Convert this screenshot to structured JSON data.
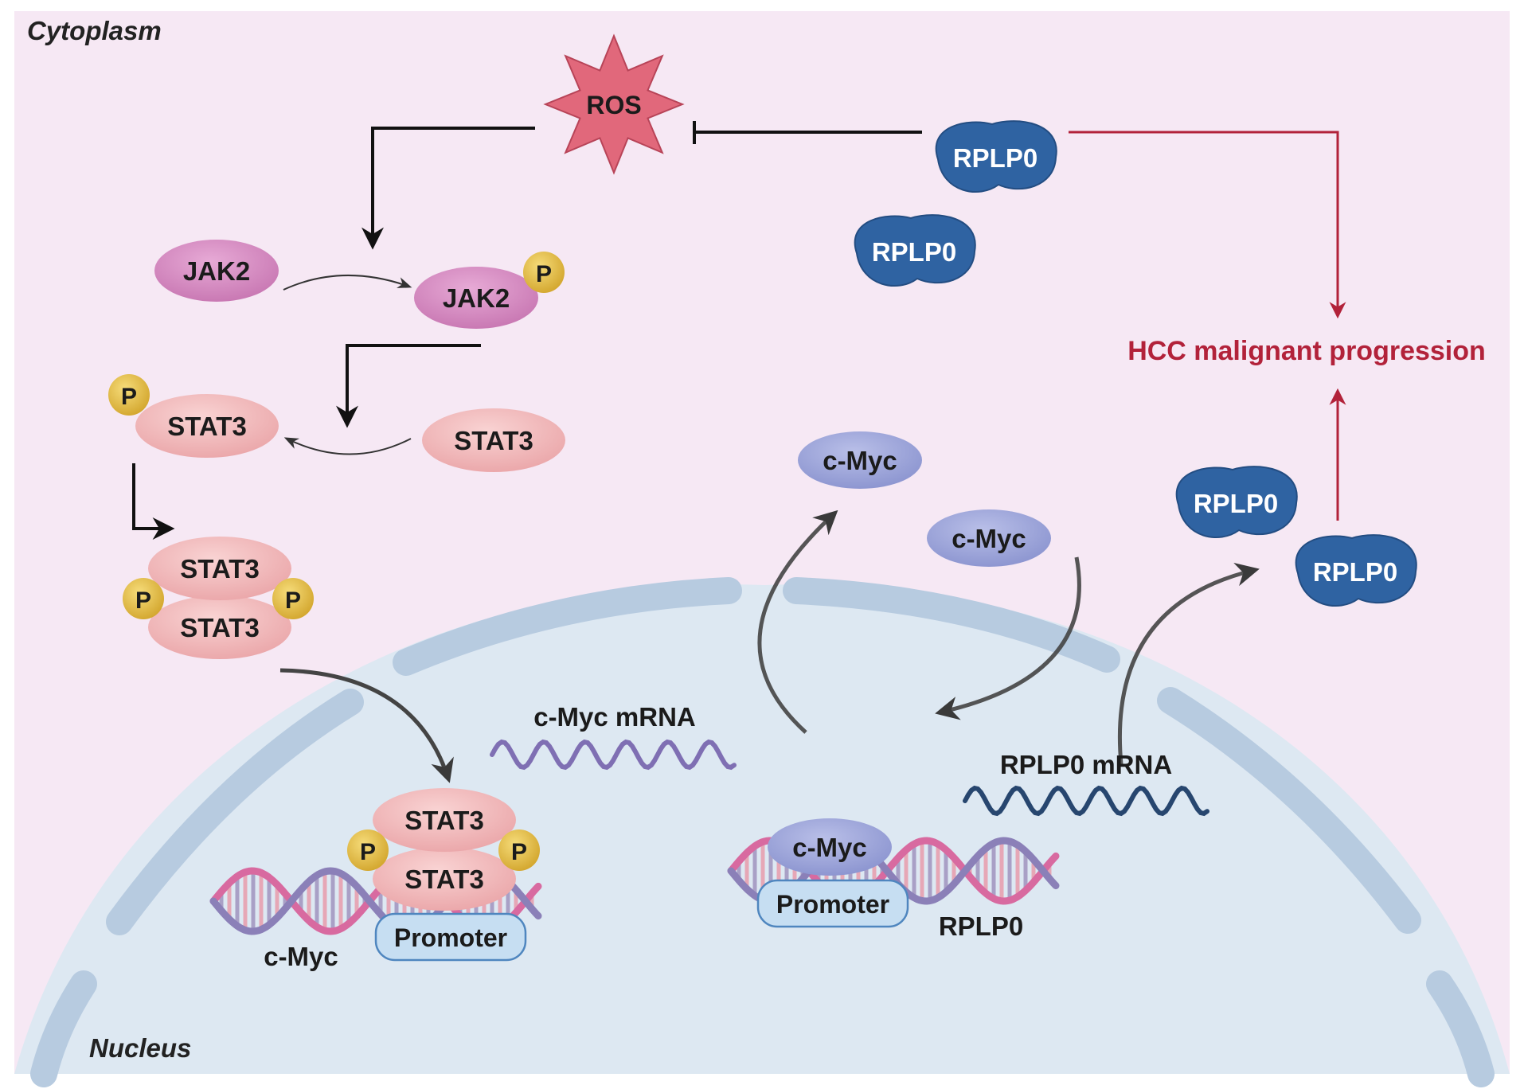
{
  "regions": {
    "cytoplasm": "Cytoplasm",
    "nucleus": "Nucleus"
  },
  "ros": "ROS",
  "proteins": {
    "jak2": "JAK2",
    "stat3": "STAT3",
    "phospho": "P",
    "rplp0": "RPLP0",
    "cmyc": "c-Myc",
    "promoter": "Promoter"
  },
  "mrna": {
    "cmyc": "c-Myc mRNA",
    "rplp0": "RPLP0 mRNA"
  },
  "genes": {
    "cmyc": "c-Myc",
    "rplp0": "RPLP0"
  },
  "outcome": "HCC malignant progression",
  "colors": {
    "cytoplasm_bg": "#f6e8f4",
    "nucleus_bg": "#dde8f2",
    "membrane": "#b7cbe0",
    "ros": "#e1687b",
    "jak2": "#d88cc3",
    "stat3": "#f3c1c2",
    "phospho": "#e7c04a",
    "rplp0": "#2f63a2",
    "cmyc": "#9ea6db",
    "promoter": "#c6def2",
    "outcome_red": "#b2223a",
    "mrna_purple": "#7f6fb3",
    "mrna_navy": "#27466f"
  },
  "icons": [
    "ros-star-icon",
    "phosphate-icon",
    "dna-helix-icon",
    "mrna-wave-icon",
    "inhibition-arrow-icon"
  ]
}
